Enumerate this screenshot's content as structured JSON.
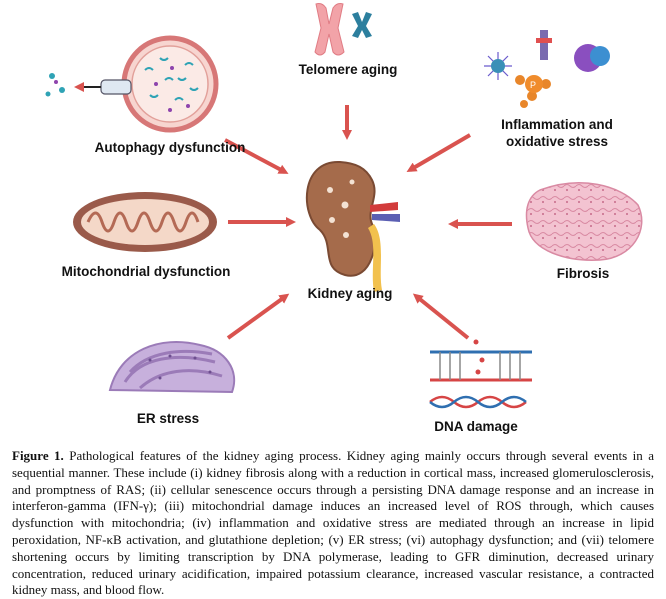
{
  "figure": {
    "center_label": "Kidney aging",
    "labels": {
      "telomere": "Telomere aging",
      "autophagy": "Autophagy dysfunction",
      "inflammation_line1": "Inflammation and",
      "inflammation_line2": "oxidative stress",
      "mitochondrial": "Mitochondrial dysfunction",
      "fibrosis": "Fibrosis",
      "er": "ER stress",
      "dna": "DNA damage"
    },
    "colors": {
      "arrow": "#d9534f",
      "kidney": "#a56b4b",
      "mito_outer": "#9a5a4a",
      "er": "#9b7bb8",
      "fibrosis": "#e9a9bd",
      "telomere": "#f2a3a8",
      "dna_red": "#d64545",
      "dna_blue": "#2f6fb0"
    },
    "icons": [
      "chromosome-icon",
      "autophagosome-icon",
      "cytokine-icon",
      "mitochondrion-icon",
      "kidney-icon",
      "fibrosis-tissue-icon",
      "endoplasmic-reticulum-icon",
      "dna-helix-icon"
    ]
  },
  "caption": {
    "figure_number": "Figure 1.",
    "text": "Pathological features of the kidney aging process. Kidney aging mainly occurs through several events in a sequential manner. These include (i) kidney fibrosis along with a reduction in cortical mass, increased glomerulosclerosis, and promptness of RAS; (ii) cellular senescence occurs through a persisting DNA damage response and an increase in interferon-gamma (IFN-γ); (iii) mitochondrial damage induces an increased level of ROS through, which causes dysfunction with mitochondria; (iv) inflammation and oxidative stress are mediated through an increase in lipid peroxidation, NF-κB activation, and glutathione depletion; (v) ER stress; (vi) autophagy dysfunction; and (vii) telomere shortening occurs by limiting transcription by DNA polymerase, leading to GFR diminution, decreased urinary concentration, reduced urinary acidification, impaired potassium clearance, increased vascular resistance, a contracted kidney mass, and blood flow."
  }
}
